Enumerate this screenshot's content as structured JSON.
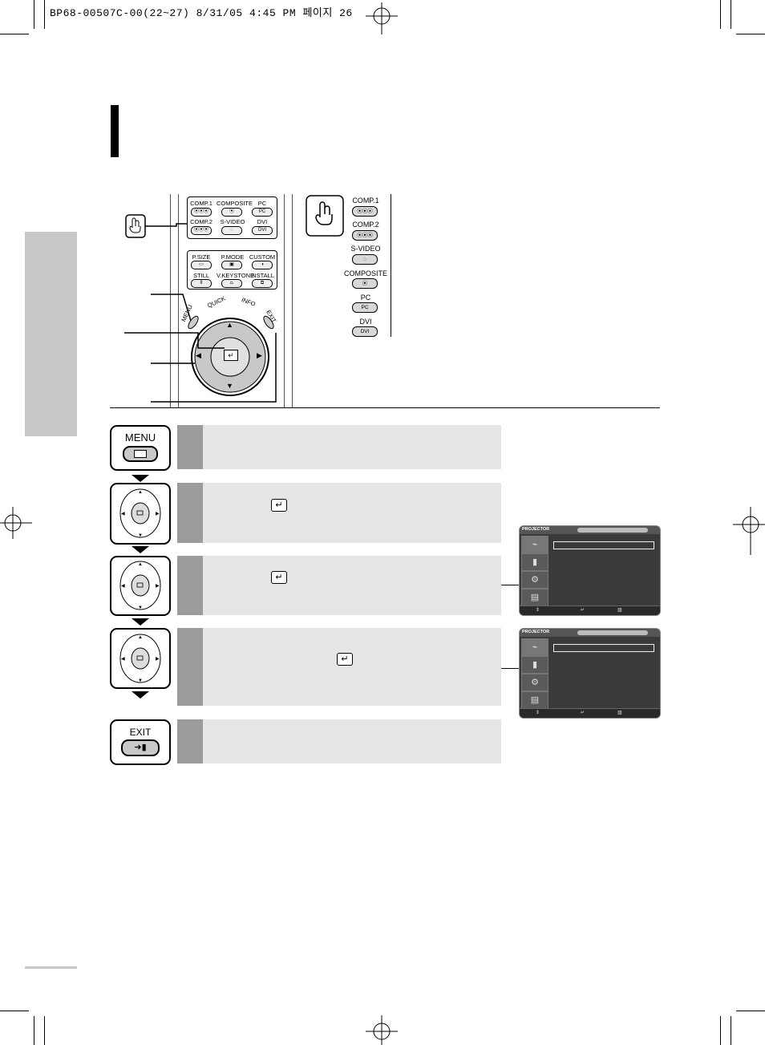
{
  "print_header": "BP68-00507C-00(22~27)  8/31/05  4:45 PM 페이지 26",
  "remote": {
    "source_buttons": [
      {
        "label": "COMP.1",
        "key": "⦿⦿⦿"
      },
      {
        "label": "COMPOSITE",
        "key": "⦿"
      },
      {
        "label": "PC",
        "key": "PC"
      },
      {
        "label": "COMP.2",
        "key": "⦿⦿⦿"
      },
      {
        "label": "S-VIDEO",
        "key": "◌"
      },
      {
        "label": "DVI",
        "key": "DVI"
      }
    ],
    "function_buttons": [
      {
        "label": "P.SIZE",
        "key": "▭"
      },
      {
        "label": "P.MODE",
        "key": "▣"
      },
      {
        "label": "CUSTOM",
        "key": "◑"
      },
      {
        "label": "STILL",
        "key": "II"
      },
      {
        "label": "V.KEYSTONE",
        "key": "⏢"
      },
      {
        "label": "INSTALL",
        "key": "⧉"
      }
    ],
    "menu_label": "MENU",
    "quick_label": "QUICK",
    "info_label": "INFO",
    "exit_label": "EXIT",
    "enter_glyph": "↵",
    "up_glyph": "▲",
    "down_glyph": "▼",
    "left_glyph": "◀",
    "right_glyph": "▶"
  },
  "source_list": [
    {
      "label": "COMP.1",
      "key": "⦿⦿⦿"
    },
    {
      "label": "COMP.2",
      "key": "⦿⦿⦿"
    },
    {
      "label": "S-VIDEO",
      "key": "◌"
    },
    {
      "label": "COMPOSITE",
      "key": "⦿"
    },
    {
      "label": "PC",
      "key": "PC"
    },
    {
      "label": "DVI",
      "key": "DVI"
    }
  ],
  "steps": {
    "menu_button_label": "MENU",
    "exit_button_label": "EXIT",
    "enter_glyph": "↵"
  },
  "osd": {
    "brand": "PROJECTOR"
  },
  "colors": {
    "side_tab": "#c8c8c8",
    "step_number_band": "#9c9c9c",
    "step_body": "#e5e5e5",
    "osd_background": "#3a3a3a"
  }
}
